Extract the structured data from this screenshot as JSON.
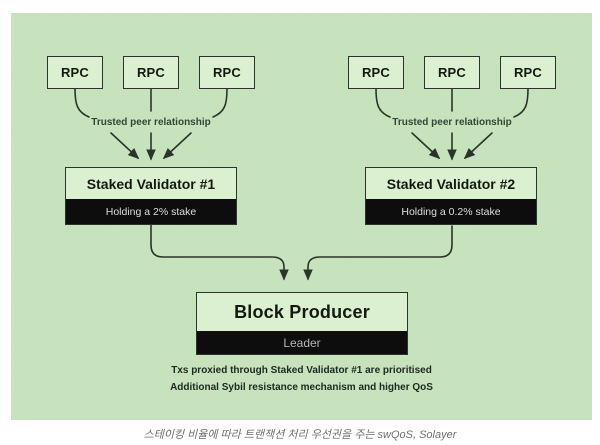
{
  "diagram": {
    "left_cluster": {
      "rpc_nodes": [
        "RPC",
        "RPC",
        "RPC"
      ],
      "relationship_label": "Trusted peer relationship",
      "validator": {
        "title": "Staked Validator #1",
        "subtitle": "Holding a 2% stake"
      }
    },
    "right_cluster": {
      "rpc_nodes": [
        "RPC",
        "RPC",
        "RPC"
      ],
      "relationship_label": "Trusted peer relationship",
      "validator": {
        "title": "Staked Validator #2",
        "subtitle": "Holding a 0.2% stake"
      }
    },
    "block_producer": {
      "title": "Block Producer",
      "subtitle": "Leader"
    },
    "notes": [
      "Txs proxied through Staked Validator #1 are prioritised",
      "Additional Sybil resistance mechanism and higher QoS"
    ]
  },
  "caption": "스테이킹 비율에 따라 트랜잭션 처리 우선권을 주는 swQoS, Solayer",
  "colors": {
    "panel_background": "#bcdeb1",
    "node_fill": "#daf0d0",
    "node_border": "#2b332b",
    "stake_bar": "#0d0d0d",
    "arrow": "#2a352a",
    "note_text": "#20291f",
    "caption_text": "#6f6f6f"
  }
}
